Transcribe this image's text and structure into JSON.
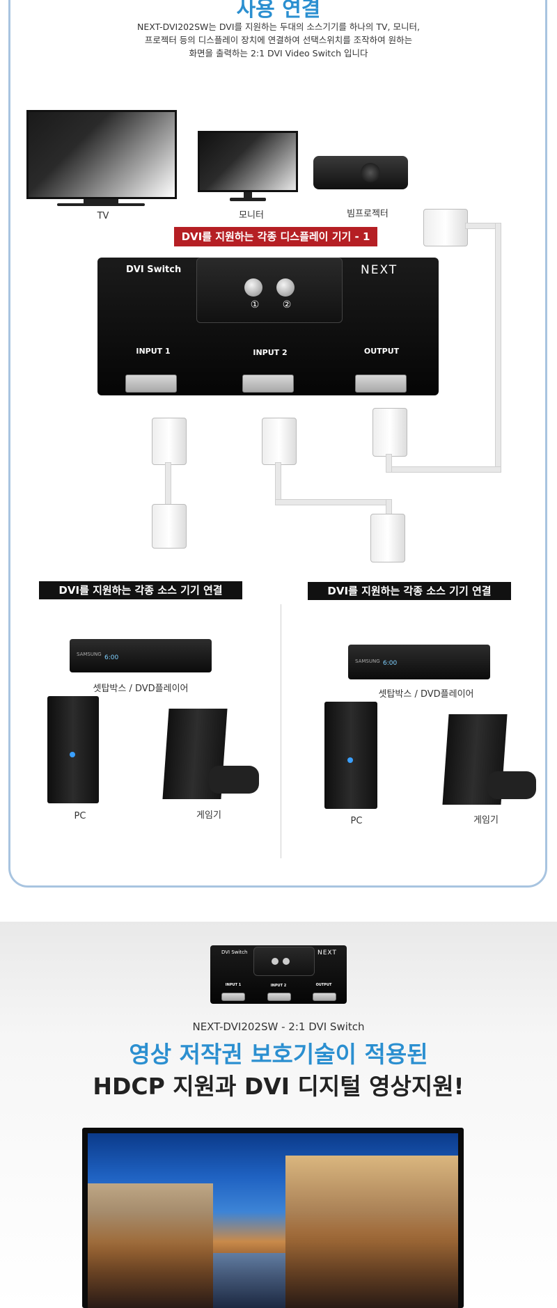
{
  "section": {
    "title": "사용 연결",
    "intro_lines": [
      "NEXT-DVI202SW는 DVI를 지원하는 두대의 소스기기를 하나의 TV, 모니터,",
      "프로젝터 등의 디스플레이 장치에 연결하여 선택스위치를 조작하여 원하는",
      "화면을 출력하는 2:1 DVI Video Switch 입니다"
    ]
  },
  "displays": {
    "tv_label": "TV",
    "monitor_label": "모니터",
    "projector_label": "빔프로젝터",
    "banner": "DVI를 지원하는 각종 디스플레이 기기 - 1"
  },
  "switch": {
    "name_label": "DVI Switch",
    "brand": "NEXT",
    "button1": "①",
    "button2": "②",
    "port1": "INPUT 1",
    "port2": "INPUT 2",
    "port3": "OUTPUT"
  },
  "sources": {
    "left": {
      "banner": "DVI를 지원하는 각종 소스 기기 연결",
      "stb_label": "셋탑박스 / DVD플레이어",
      "stb_brand": "SAMSUNG",
      "stb_display": "6:00",
      "pc_label": "PC",
      "console_label": "게임기"
    },
    "right": {
      "banner": "DVI를 지원하는 각종 소스 기기 연결",
      "stb_label": "셋탑박스 / DVD플레이어",
      "stb_brand": "SAMSUNG",
      "stb_display": "6:00",
      "pc_label": "PC",
      "console_label": "게임기"
    }
  },
  "lower": {
    "small_switch_label": "DVI Switch",
    "small_brand": "NEXT",
    "small_port1": "INPUT 1",
    "small_port2": "INPUT 2",
    "small_port3": "OUTPUT",
    "model_tag": "NEXT-DVI202SW - 2:1 DVI Switch",
    "headline_blue": "영상 저작권 보호기술이 적용된",
    "headline_dark": "HDCP 지원과  DVI 디지털 영상지원!"
  },
  "colors": {
    "accent_blue": "#2b8fd0",
    "banner_red": "#b51f24",
    "panel_border": "#a8c4e0"
  }
}
